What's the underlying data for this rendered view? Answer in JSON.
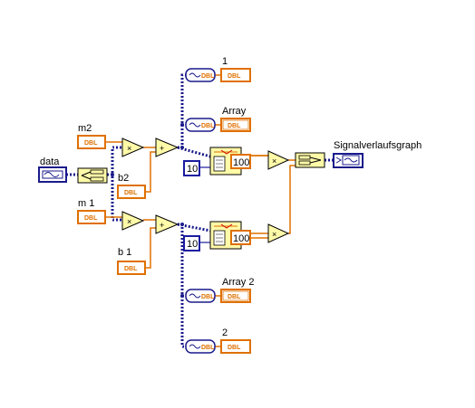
{
  "labels": {
    "data": "data",
    "m2": "m2",
    "b2": "b2",
    "m1": "m 1",
    "b1": "b 1",
    "one": "1",
    "array": "Array",
    "array2": "Array 2",
    "two": "2",
    "graph": "Signalverlaufsgraph"
  },
  "terminals": {
    "dbl": "DBL"
  },
  "constants": {
    "c10_top": "10",
    "c10_bot": "10",
    "c100_top": "100",
    "c100_bot": "100"
  },
  "colors": {
    "numeric_wire": "#e07000",
    "waveform_wire": "#1a1a8c",
    "int_const": "#1a1aa0",
    "node_fill": "#fffaa8"
  }
}
